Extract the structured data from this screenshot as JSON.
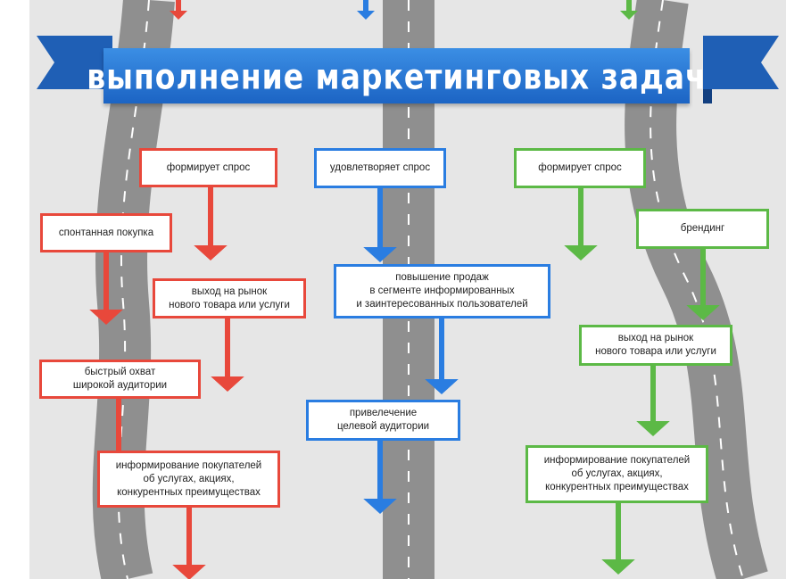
{
  "title": "выполнение маркетинговых задач",
  "colors": {
    "red": "#e8483b",
    "blue": "#2a7de1",
    "green": "#5cb946",
    "banner": "#2a7de1",
    "road": "#909090",
    "background": "#e6e6e6"
  },
  "columns": {
    "red": [
      {
        "text": "формирует спрос"
      },
      {
        "text": "спонтанная покупка"
      },
      {
        "text": "выход на рынок\nнового товара или услуги"
      },
      {
        "text": "быстрый охват\nширокой аудитории"
      },
      {
        "text": "информирование покупателей\nоб услугах, акциях,\nконкурентных преимуществах"
      }
    ],
    "blue": [
      {
        "text": "удовлетворяет спрос"
      },
      {
        "text": "повышение продаж\nв сегменте информированных\nи заинтересованных пользователей"
      },
      {
        "text": "привелечение\nцелевой аудитории"
      }
    ],
    "green": [
      {
        "text": "формирует спрос"
      },
      {
        "text": "брендинг"
      },
      {
        "text": "выход на рынок\nнового товара или услуги"
      },
      {
        "text": "информирование покупателей\nоб услугах, акциях,\nконкурентных преимуществах"
      }
    ]
  }
}
